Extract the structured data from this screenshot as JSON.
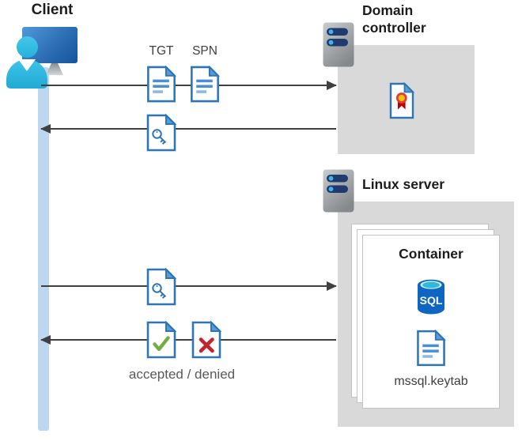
{
  "client": {
    "label": "Client"
  },
  "domain_controller": {
    "label": "Domain controller"
  },
  "linux_server": {
    "label": "Linux server"
  },
  "container": {
    "label": "Container",
    "sql_text": "SQL",
    "keytab_label": "mssql.keytab"
  },
  "messages": {
    "tgt_label": "TGT",
    "spn_label": "SPN",
    "result_caption": "accepted / denied"
  },
  "icons": {
    "client": "person-at-monitor-icon",
    "domain_controller": "server-icon",
    "linux_server": "server-icon",
    "certificate": "certificate-document-icon",
    "ticket_request": "text-document-icon",
    "ticket": "key-document-icon",
    "accepted": "check-document-icon",
    "denied": "cross-document-icon",
    "database": "sql-database-icon",
    "keytab": "text-document-icon"
  },
  "colors": {
    "doc_border_blue": "#2e75b6",
    "doc_fold_blue": "#5b9bd5",
    "doc_line_blue": "#4a8fd6",
    "panel_gray": "#d9d9d9",
    "lifeline_blue": "#bdd7f0",
    "arrow_gray": "#404040",
    "check_green": "#70ad47",
    "cross_red": "#c0262c",
    "ribbon_red": "#e23c39",
    "ribbon_yellow": "#ffc107",
    "sql_body_blue": "#0f66c2",
    "sql_top_cyan": "#2fb7dd",
    "person_cyan": "#2fbde4",
    "monitor_blue": "#2d6fb4",
    "server_bar_navy": "#1e3a6e",
    "server_dot_blue": "#41b3e8"
  }
}
